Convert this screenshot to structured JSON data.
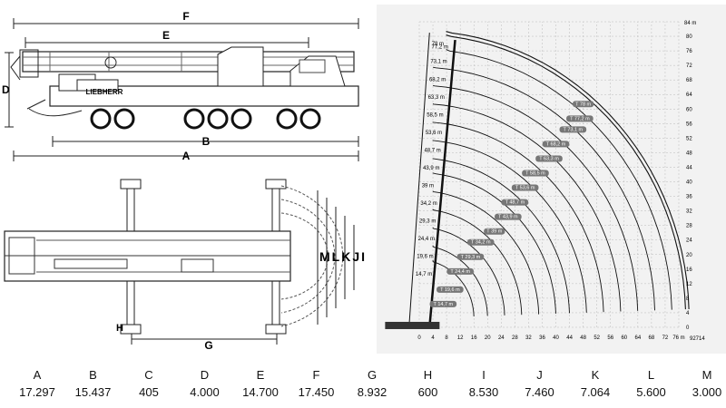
{
  "side_view": {
    "brand": "LIEBHERR",
    "dim_labels": {
      "A": "A",
      "B": "B",
      "C": "C",
      "D": "D",
      "E": "E",
      "F": "F"
    }
  },
  "top_view": {
    "dim_labels": {
      "G": "G",
      "H": "H",
      "stack": "MLKJI"
    }
  },
  "chart": {
    "figure_id": "92714",
    "y_unit": "84 m",
    "x_unit": "76 m",
    "y_ticks": [
      "80",
      "76",
      "72",
      "68",
      "64",
      "60",
      "56",
      "52",
      "48",
      "44",
      "40",
      "36",
      "32",
      "28",
      "24",
      "20",
      "16",
      "12",
      "8",
      "4",
      "0"
    ],
    "x_ticks": [
      "0",
      "4",
      "8",
      "12",
      "16",
      "20",
      "24",
      "28",
      "32",
      "36",
      "40",
      "44",
      "48",
      "52",
      "56",
      "60",
      "64",
      "68",
      "72",
      "76"
    ],
    "boom_lengths": [
      "78 m",
      "77,2 m",
      "73,1 m",
      "68,2 m",
      "63,3 m",
      "58,5 m",
      "53,6 m",
      "48,7 m",
      "43,9 m",
      "39 m",
      "34,2 m",
      "29,3 m",
      "24,4 m",
      "19,6 m",
      "14,7 m"
    ],
    "curve_labels": [
      "T 78 m",
      "T 77,2 m",
      "T 73,1 m",
      "T 68,2 m",
      "T 63,3 m",
      "T 58,5 m",
      "T 53,6 m",
      "T 48,7 m",
      "T 43,9 m",
      "T 39 m",
      "T 34,2 m",
      "T 29,3 m",
      "T 24,4 m",
      "T 19,6 m",
      "T 14,7 m"
    ]
  },
  "dimensions": [
    {
      "letter": "A",
      "value": "17.297"
    },
    {
      "letter": "B",
      "value": "15.437"
    },
    {
      "letter": "C",
      "value": "405"
    },
    {
      "letter": "D",
      "value": "4.000"
    },
    {
      "letter": "E",
      "value": "14.700"
    },
    {
      "letter": "F",
      "value": "17.450"
    },
    {
      "letter": "G",
      "value": "8.932"
    },
    {
      "letter": "H",
      "value": "600"
    },
    {
      "letter": "I",
      "value": "8.530"
    },
    {
      "letter": "J",
      "value": "7.460"
    },
    {
      "letter": "K",
      "value": "7.064"
    },
    {
      "letter": "L",
      "value": "5.600"
    },
    {
      "letter": "M",
      "value": "3.000"
    }
  ]
}
